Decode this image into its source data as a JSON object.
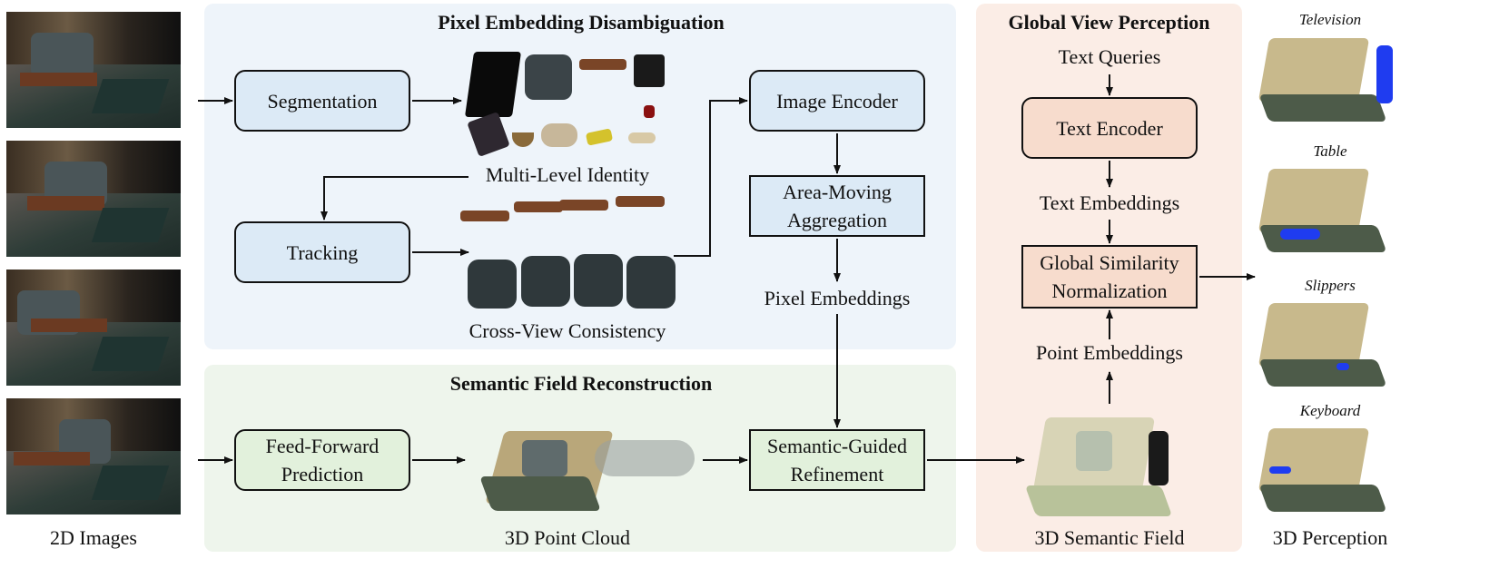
{
  "panels": {
    "pixel": {
      "title": "Pixel Embedding Disambiguation"
    },
    "semantic": {
      "title": "Semantic Field Reconstruction"
    },
    "global": {
      "title": "Global View Perception"
    }
  },
  "nodes": {
    "segmentation": "Segmentation",
    "tracking": "Tracking",
    "image_encoder": "Image Encoder",
    "area_moving_line1": "Area-Moving",
    "area_moving_line2": "Aggregation",
    "feed_forward_line1": "Feed-Forward",
    "feed_forward_line2": "Prediction",
    "semantic_guided_line1": "Semantic-Guided",
    "semantic_guided_line2": "Refinement",
    "text_encoder": "Text Encoder",
    "global_sim_line1": "Global Similarity",
    "global_sim_line2": "Normalization"
  },
  "labels": {
    "multi_level": "Multi-Level Identity",
    "cross_view": "Cross-View Consistency",
    "pixel_embeddings": "Pixel Embeddings",
    "text_queries": "Text Queries",
    "text_embeddings": "Text Embeddings",
    "point_embeddings": "Point Embeddings",
    "images_2d": "2D Images",
    "point_cloud": "3D Point Cloud",
    "semantic_field": "3D Semantic Field",
    "perception": "3D Perception"
  },
  "queries": [
    "Television",
    "Table",
    "Slippers",
    "Keyboard"
  ],
  "colors": {
    "pixel_panel": "#eef4fa",
    "semantic_panel": "#eef5ec",
    "global_panel": "#fbede6",
    "blue_box": "#dceaf6",
    "green_box": "#e2f1dc",
    "peach_box": "#f7dccd",
    "highlight": "#1f3cf0"
  }
}
